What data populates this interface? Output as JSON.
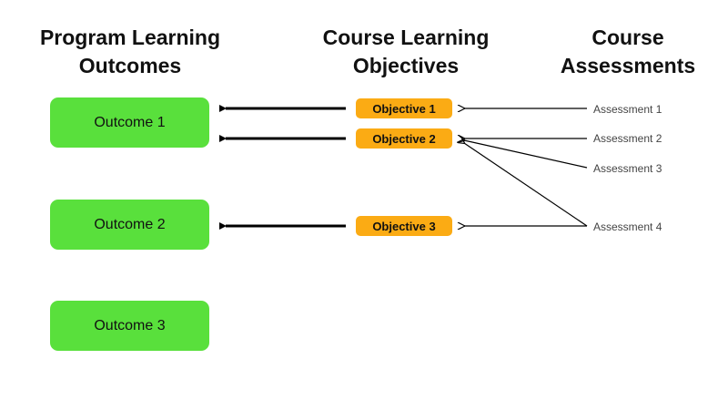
{
  "headings": {
    "program": "Program Learning\nOutcomes",
    "course": "Course Learning\nObjectives",
    "assessments": "Course\nAssessments"
  },
  "outcomes": [
    "Outcome 1",
    "Outcome 2",
    "Outcome 3"
  ],
  "objectives": [
    "Objective 1",
    "Objective 2",
    "Objective 3"
  ],
  "assessments": [
    "Assessment 1",
    "Assessment 2",
    "Assessment 3",
    "Assessment 4"
  ],
  "colors": {
    "outcome_fill": "#59e03c",
    "objective_fill": "#fbab14",
    "arrow": "#000000"
  }
}
